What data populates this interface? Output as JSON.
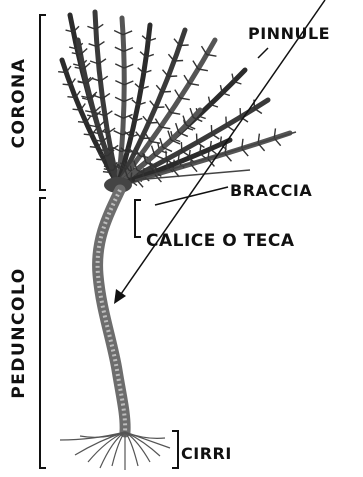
{
  "labels": {
    "pinnule": "PINNULE",
    "braccia": "BRACCIA",
    "calice": "CALICE O TECA",
    "cirri": "CIRRI",
    "corona": "CORONA",
    "peduncolo": "PEDUNCOLO"
  },
  "colors": {
    "ink": "#111111",
    "plant_dark": "#2b2b2b",
    "plant_mid": "#555555",
    "stem": "#8a8a8a"
  }
}
